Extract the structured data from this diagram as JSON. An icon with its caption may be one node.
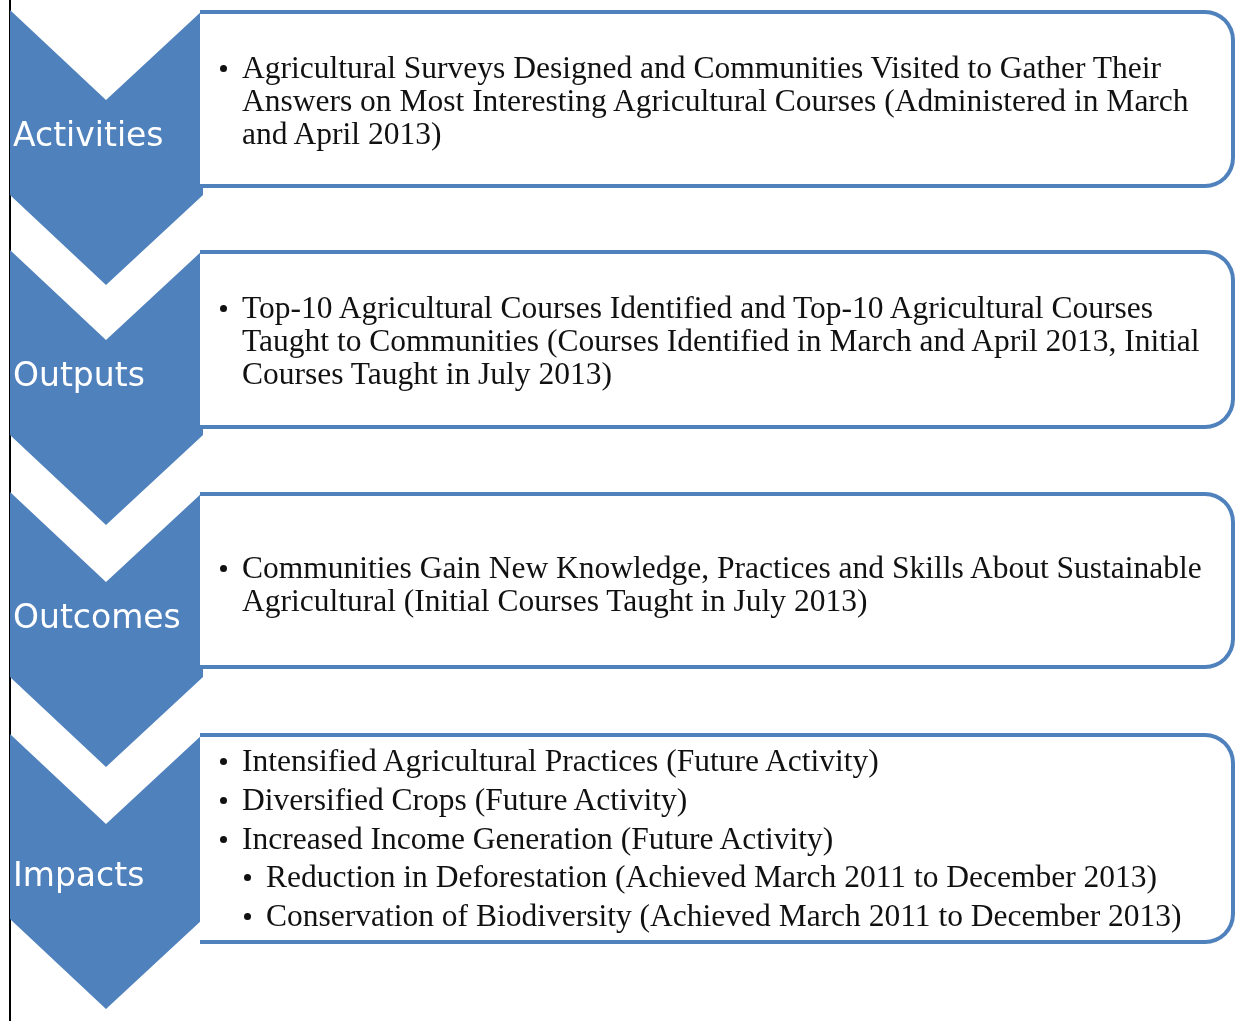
{
  "diagram": {
    "nodes": [
      {
        "text": [
          "Activities"
        ]
      },
      {
        "text": [
          "Agricultural Surveys Designed and Communities Visited to Gather Their Answers on Most Interesting Agricultural Courses (Administered in March and April 2013)"
        ]
      },
      {
        "text": [
          "Outputs"
        ]
      },
      {
        "text": [
          "Top-10 Agricultural Courses Identified and Top-10 Agricultural Courses Taught to Communities (Courses Identified in March and April 2013, Initial Courses Taught in July 2013)"
        ]
      },
      {
        "text": [
          "Outcomes"
        ]
      },
      {
        "text": [
          "Communities Gain New Knowledge, Practices and Skills About Sustainable Agricultural (Initial Courses Taught in July 2013)"
        ]
      },
      {
        "text": [
          "Impacts"
        ]
      },
      {
        "text": [
          "Intensified Agricultural Practices (Future Activity)",
          "Diversified Crops (Future Activity)",
          "Increased Income Generation (Future Activity)",
          "Reduction in Deforestation (Achieved March 2011 to December 2013)",
          "Conservation of Biodiversity (Achieved March 2011 to December 2013)"
        ]
      }
    ]
  }
}
